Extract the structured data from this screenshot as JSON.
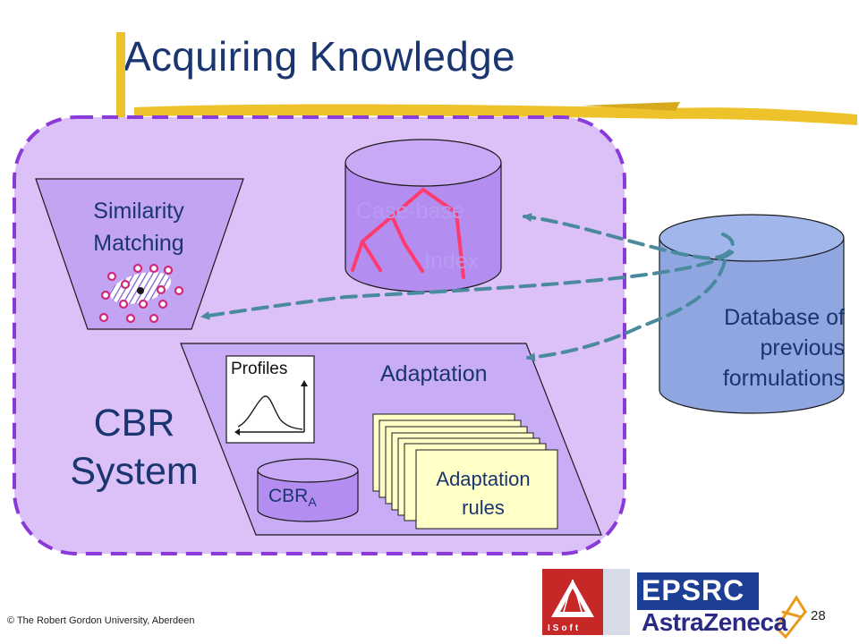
{
  "title": "Acquiring Knowledge",
  "diagram": {
    "similarity_matching": "Similarity Matching",
    "case_base": "Case-base",
    "index": "Index",
    "database": "Database of previous formulations",
    "adaptation": "Adaptation",
    "profiles": "Profiles",
    "cbr_system": "CBR System",
    "cbra_main": "CBR",
    "cbra_sub": "A",
    "adaptation_rules": "Adaptation rules"
  },
  "footer": {
    "copyright": "© The Robert Gordon University, Aberdeen",
    "page_number": "28"
  },
  "logos": {
    "isoft": "ISoft",
    "epsrc": "EPSRC",
    "astrazeneca": "AstraZeneca"
  },
  "colors": {
    "title": "#1a3570",
    "system_fill": "#dcc0f8",
    "system_border": "#8a3ad8",
    "database_fill": "#8fa6e0",
    "casebase_fill": "#b38df0",
    "arrow": "#4a8a9e",
    "tree": "#ff3a6e"
  }
}
